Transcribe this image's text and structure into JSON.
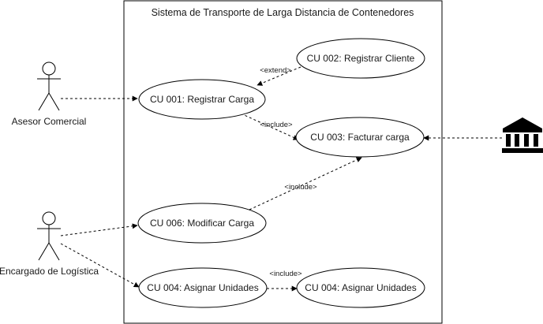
{
  "system": {
    "title": "Sistema de Transporte de Larga Distancia de Contenedores"
  },
  "actors": {
    "asesor": "Asesor Comercial",
    "encargado": "Encargado de Logística",
    "bank_icon": "bank-icon"
  },
  "use_cases": {
    "uc001": "CU 001: Registrar Carga",
    "uc002": "CU 002: Registrar Cliente",
    "uc003": "CU 003: Facturar carga",
    "uc006": "CU 006: Modificar Carga",
    "uc004_asignar": "CU 004: Asignar Unidades",
    "uc004_asignar_2": "CU 004: Asignar Unidades"
  },
  "relations": {
    "extend_001_002": "<extend>",
    "include_001_003": "<include>",
    "include_006_003": "<include>",
    "include_004_004": "<include>"
  }
}
